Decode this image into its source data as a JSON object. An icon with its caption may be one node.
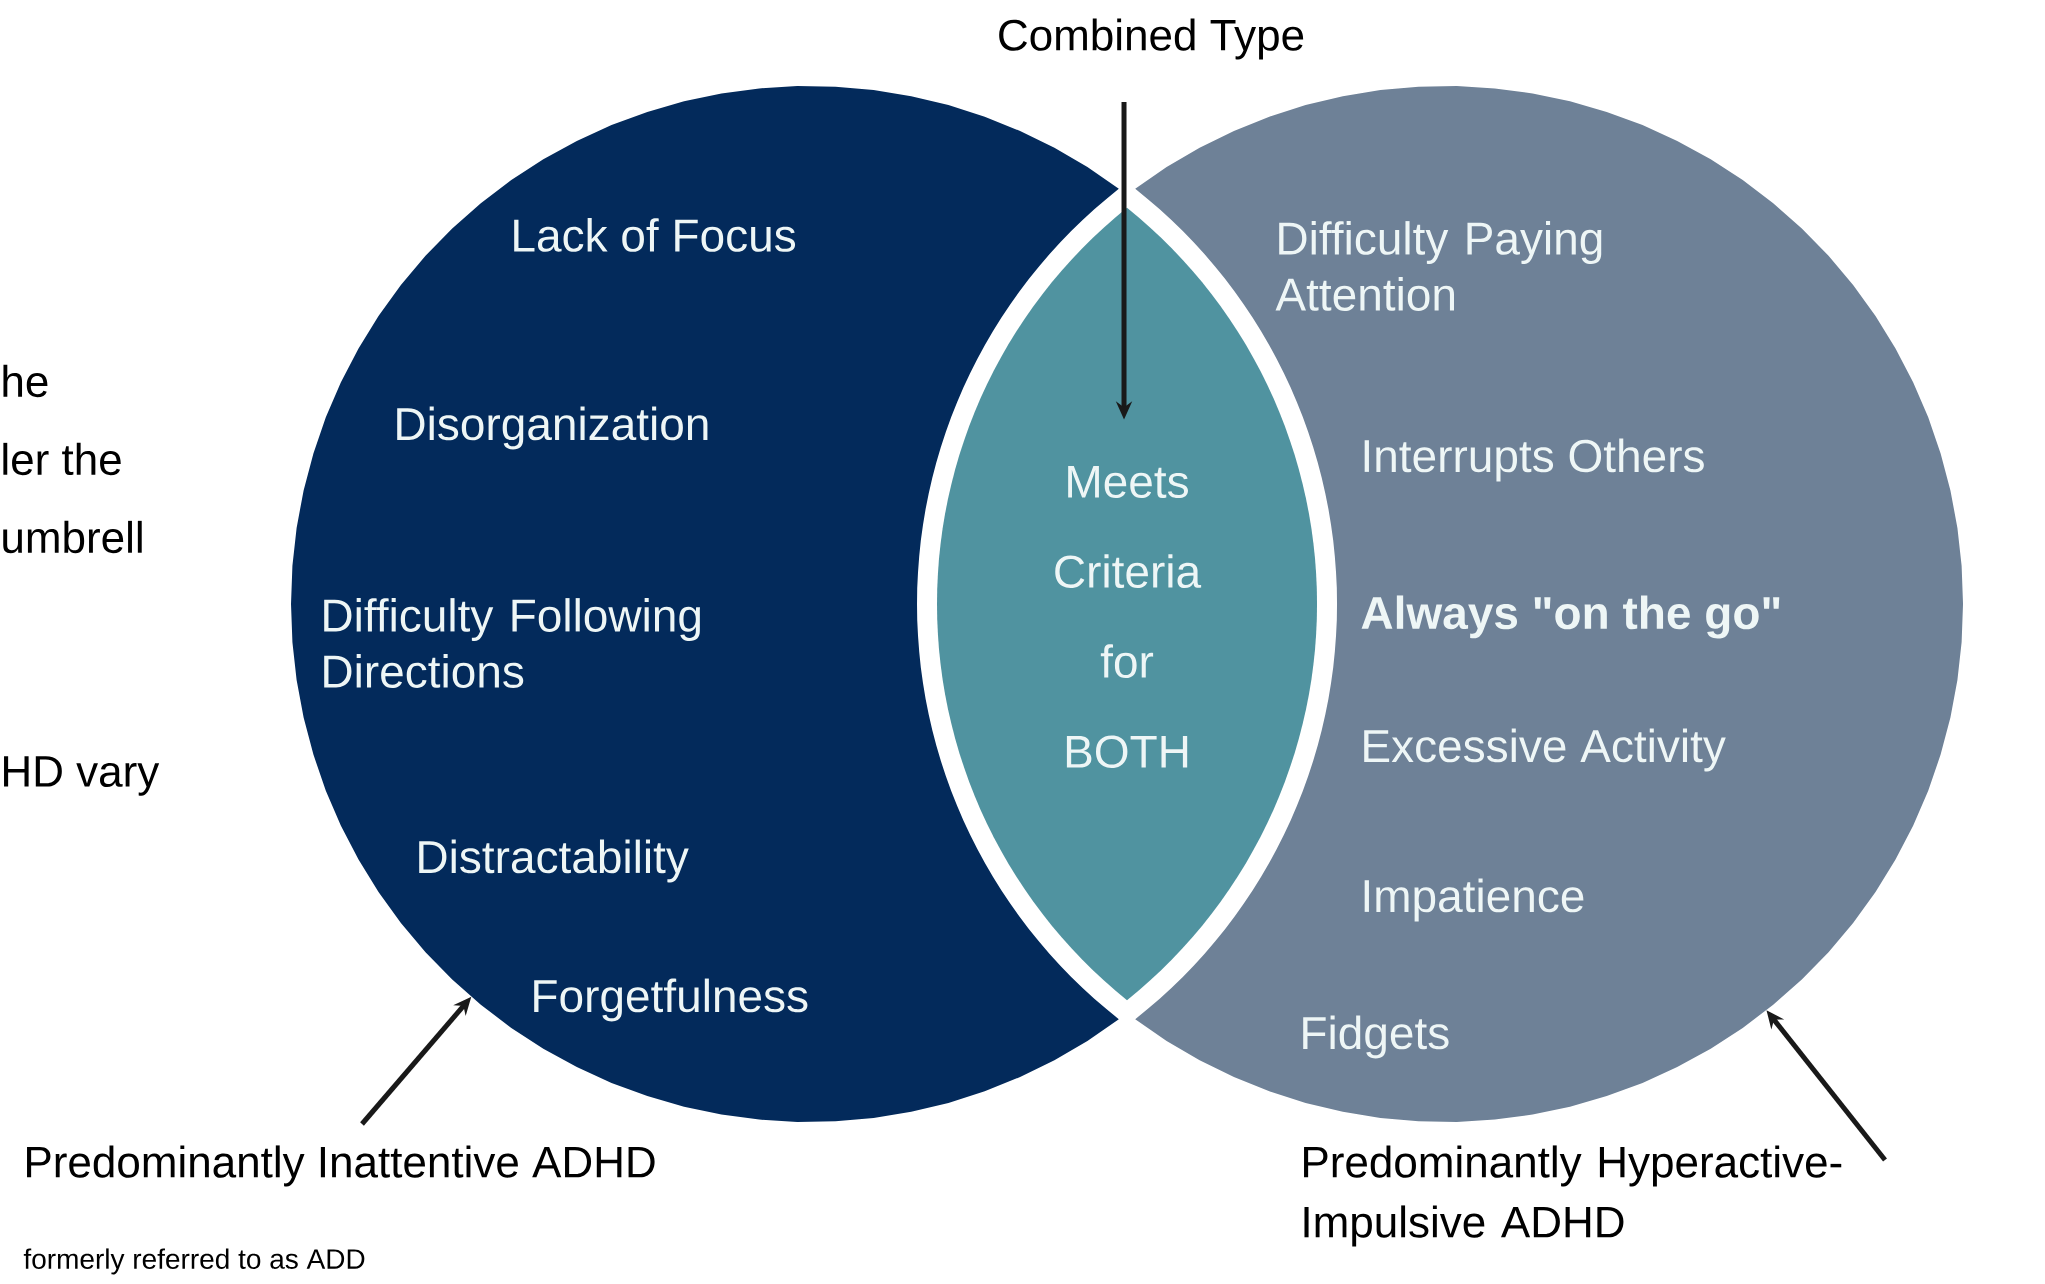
{
  "diagram": {
    "nodes": [
      {
        "text": [
          "Lack of Focus",
          "Disorganization",
          "Difficulty Following Directions",
          "Distractability",
          "Forgetfulness"
        ]
      },
      {
        "text": [
          "Difficulty Paying Attention",
          "Interrupts Others",
          "Always \"on the go\"",
          "Excessive Activity",
          "Impatience",
          "Fidgets"
        ]
      },
      {
        "text": [
          "Meets Criteria for BOTH"
        ]
      },
      {
        "text": [
          "Combined Type"
        ]
      },
      {
        "text": [
          "Predominantly Inattentive ADHD",
          "formerly referred to as ADD"
        ]
      },
      {
        "text": [
          "Predominantly Hyperactive- Impulsive ADHD"
        ]
      }
    ],
    "edges": [
      {
        "from": 3,
        "to": 2,
        "arrow": "to"
      },
      {
        "from": 4,
        "to": 0,
        "arrow": "to"
      },
      {
        "from": 5,
        "to": 1,
        "arrow": "to"
      }
    ],
    "labels": [
      "he",
      "ler the",
      "umbrell",
      "HD vary"
    ]
  }
}
